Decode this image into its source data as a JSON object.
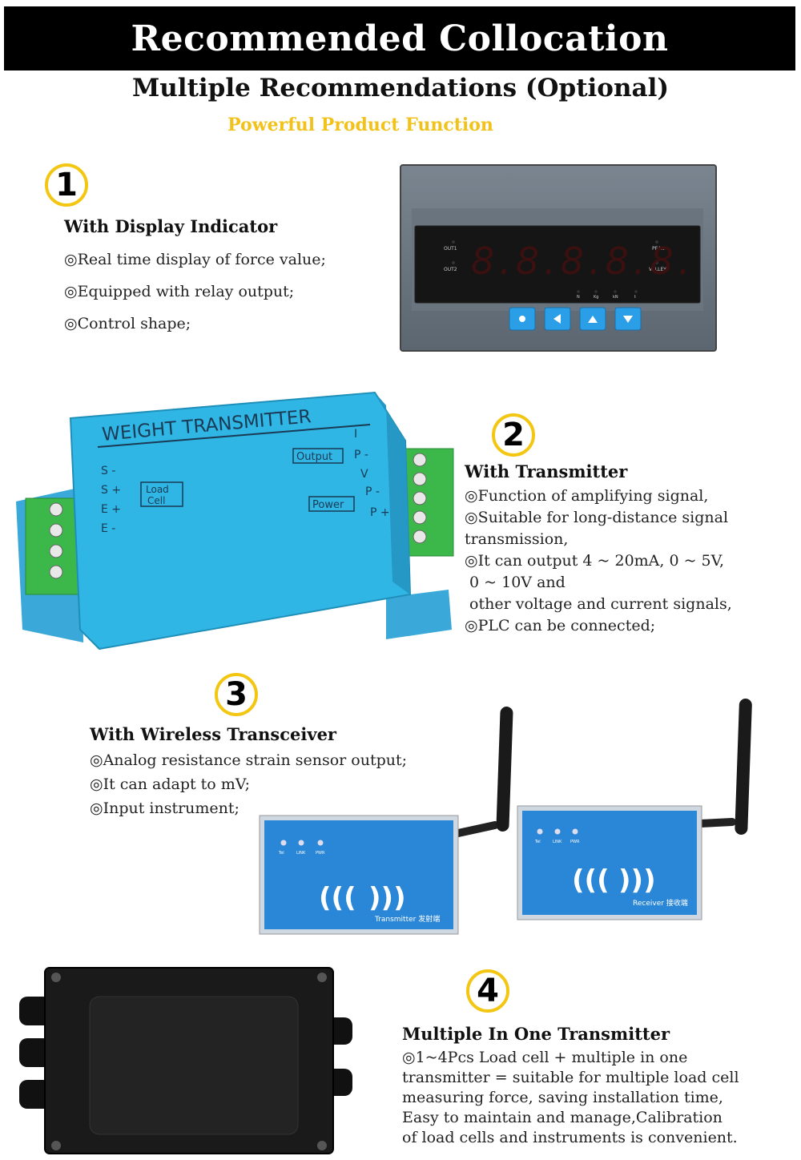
{
  "banner": {
    "title": "Recommended Collocation"
  },
  "subtitle": "Multiple Recommendations (Optional)",
  "tagline": "Powerful Product Function",
  "sections": [
    {
      "number": "1",
      "heading": "With Display Indicator",
      "lines": [
        "◎Real time display of force value;",
        "◎Equipped with relay output;",
        "◎Control shape;"
      ]
    },
    {
      "number": "2",
      "heading": "With Transmitter",
      "lines": [
        "◎Function of amplifying signal,",
        "◎Suitable for long-distance signal",
        "transmission,",
        "◎It can output 4 ~ 20mA, 0 ~ 5V,",
        " 0 ~ 10V and",
        " other voltage and current signals,",
        "◎PLC can be connected;"
      ]
    },
    {
      "number": "3",
      "heading": "With Wireless Transceiver",
      "lines": [
        "◎Analog resistance strain sensor output;",
        "◎It can adapt to mV;",
        "◎Input instrument;"
      ]
    },
    {
      "number": "4",
      "heading": "Multiple In One Transmitter",
      "lines": [
        "◎1~4Pcs Load cell + multiple in one",
        "transmitter = suitable for multiple load cell",
        "measuring force, saving installation time,",
        "Easy to maintain and manage,Calibration",
        "of load cells and instruments is convenient."
      ]
    }
  ],
  "indicator": {
    "left_labels": [
      "OUT1",
      "OUT2"
    ],
    "right_labels": [
      "PEAK",
      "VALLEY"
    ],
    "unit_labels": [
      "N",
      "Kg",
      "kN",
      "t"
    ],
    "display": "8.8.8.8.8.",
    "buttons": [
      "set-button",
      "left-button",
      "up-button",
      "down-button"
    ]
  },
  "transmitter": {
    "title": "WEIGHT  TRANSMITTER",
    "left_terminals": [
      "S -",
      "S +",
      "E +",
      "E -"
    ],
    "load_cell_label": [
      "Load",
      "Cell"
    ],
    "output_label": "Output",
    "output_terminals": [
      "I",
      "P -",
      "V"
    ],
    "power_label": "Power",
    "power_terminals": [
      "P -",
      "P +"
    ]
  },
  "wireless": {
    "transmitter_label": "Transmitter 发射端",
    "receiver_label": "Receiver 接收端",
    "led_labels": [
      "Tel",
      "LINK",
      "PWR"
    ]
  },
  "colors": {
    "accent_yellow": "#f2c21b",
    "transmitter_blue": "#2fb6e4",
    "wireless_blue": "#2a86d6",
    "terminal_green": "#3cb84a"
  }
}
